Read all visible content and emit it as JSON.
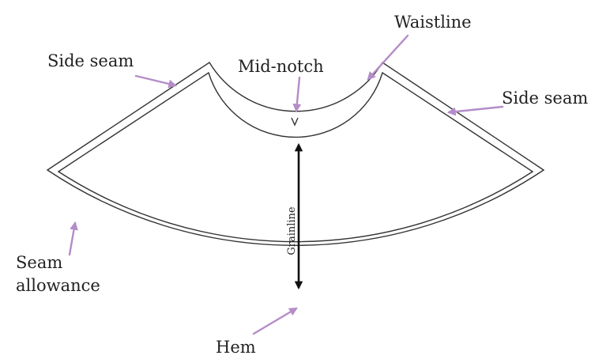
{
  "labels": {
    "waistline": "Waistline",
    "side_seam_left": "Side seam",
    "side_seam_right": "Side seam",
    "mid_notch": "Mid-notch",
    "seam_allowance_line1": "Seam",
    "seam_allowance_line2": "allowance",
    "hem": "Hem",
    "grainline": "Grainline"
  },
  "colors": {
    "pointer_arrow": "#b48cc8",
    "outline": "#333333",
    "grainline": "#111111",
    "text": "#222222"
  }
}
